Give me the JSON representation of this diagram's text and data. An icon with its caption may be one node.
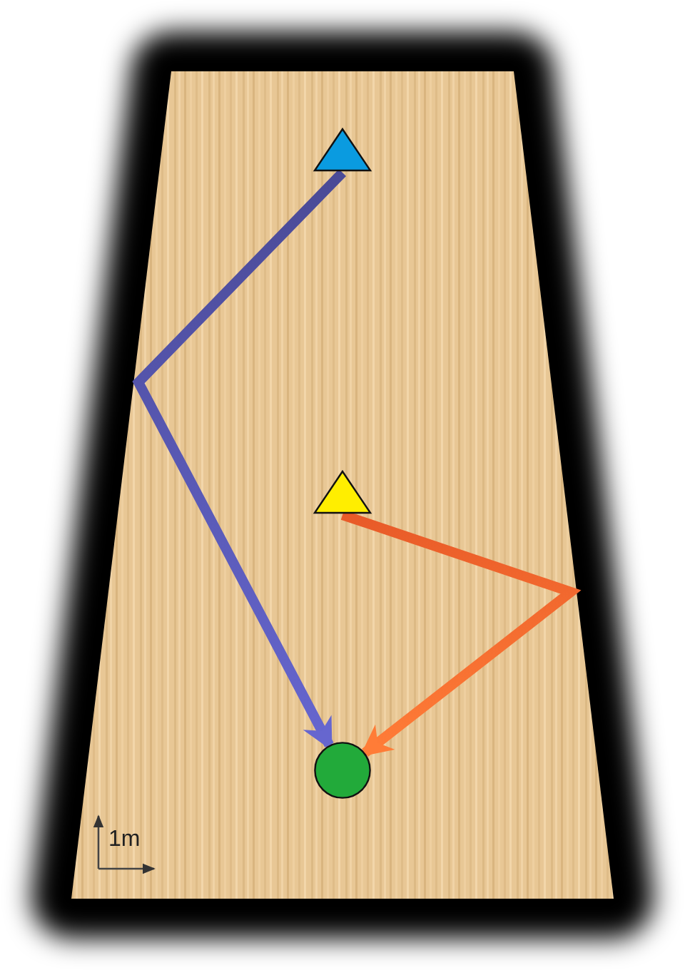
{
  "diagram": {
    "nodes": [
      {
        "text": [],
        "shape": "triangle"
      },
      {
        "text": [],
        "shape": "triangle"
      },
      {
        "text": [],
        "shape": "circle"
      }
    ],
    "edges": [
      {
        "from": 0,
        "to": 2,
        "arrow": "to",
        "color": "#4a4a96"
      },
      {
        "from": 1,
        "to": 2,
        "arrow": "to",
        "color": "#e85a28"
      }
    ],
    "labels": [
      "1m"
    ]
  }
}
